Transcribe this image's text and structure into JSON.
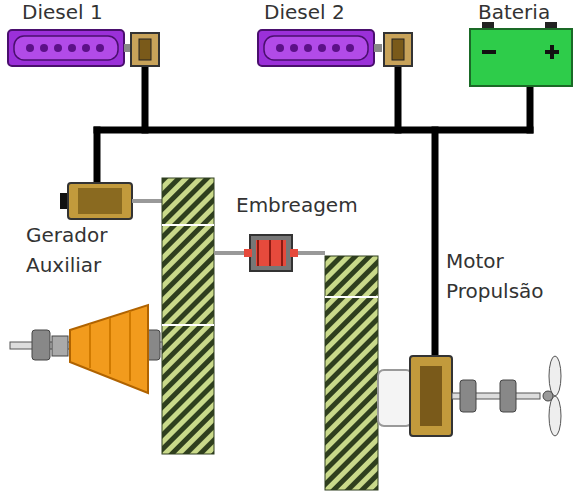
{
  "diagram": {
    "labels": [
      "Diesel 1",
      "Diesel 2",
      "Bateria",
      "Gerador Auxiliar",
      "Embreagem",
      "Motor Propulsão"
    ]
  }
}
